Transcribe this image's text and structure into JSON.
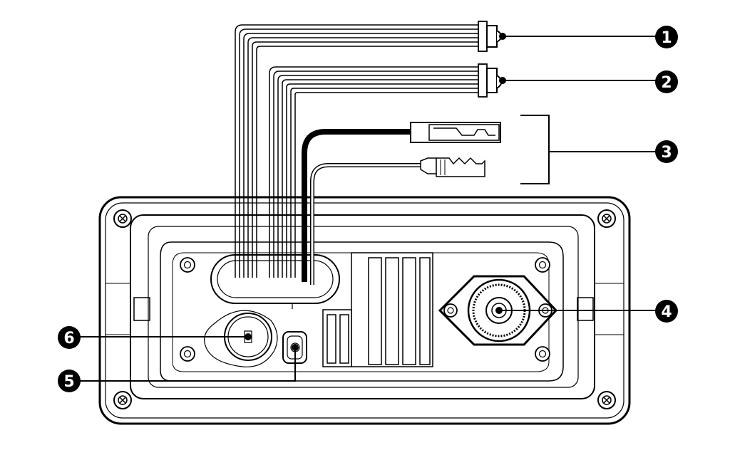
{
  "diagram": {
    "callouts": [
      {
        "id": "1",
        "label": "❶"
      },
      {
        "id": "2",
        "label": "❷"
      },
      {
        "id": "3",
        "label": "❸"
      },
      {
        "id": "4",
        "label": "❹"
      },
      {
        "id": "5",
        "label": "❺"
      },
      {
        "id": "6",
        "label": "❻"
      }
    ],
    "colors": {
      "line": "#000000",
      "background": "#ffffff"
    }
  }
}
